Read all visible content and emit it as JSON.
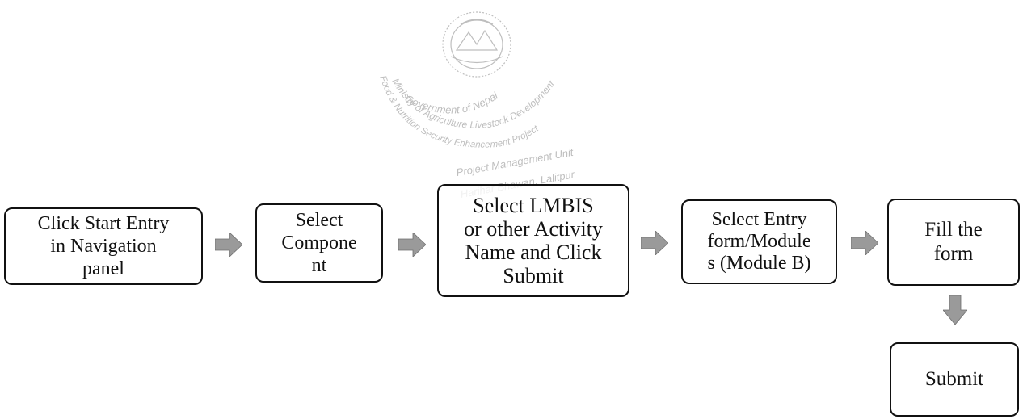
{
  "steps": {
    "step1": "Click Start Entry\nin Navigation\npanel",
    "step2": "Select\nCompone\nnt",
    "step3": "Select LMBIS\nor other Activity\nName and Click\nSubmit",
    "step4": "Select Entry\nform/Module\ns (Module B)",
    "step5": "Fill the\nform",
    "step6": "Submit"
  },
  "seal": {
    "lines": [
      "Government of Nepal",
      "Ministry of Agriculture Livestock Development",
      "Food & Nutrition Security Enhancement Project",
      "Project Management Unit",
      "Harihar Bhawan, Lalitpur"
    ]
  },
  "colors": {
    "arrow": "#9a9a9a",
    "border": "#111111",
    "stamp": "#8a8a8a"
  }
}
